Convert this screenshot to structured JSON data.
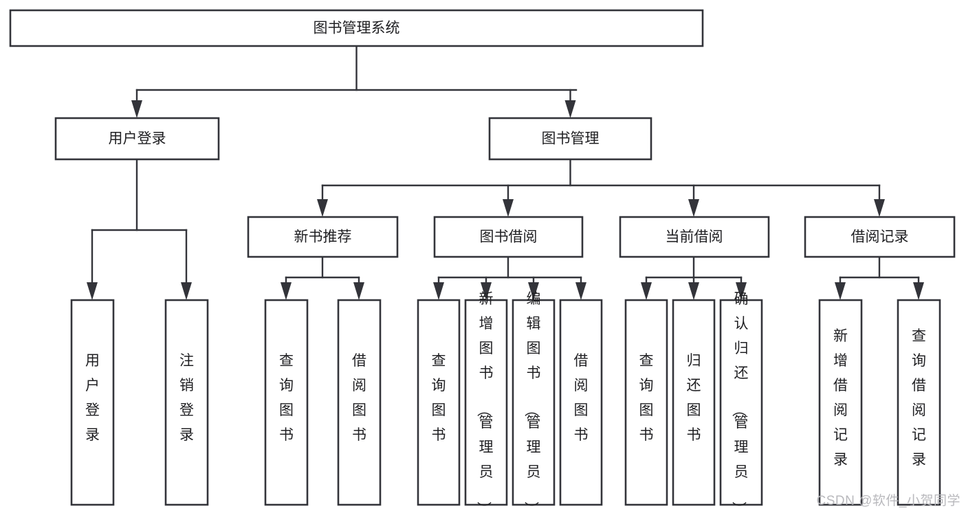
{
  "diagram": {
    "type": "tree",
    "title": "图书管理系统",
    "watermark": "CSDN @软件_小贺同学",
    "colors": {
      "box_stroke": "#33343a",
      "box_fill": "#ffffff",
      "connector": "#33343a",
      "text": "#1f1f22",
      "watermark": "#b9b9bd",
      "background": "#ffffff"
    },
    "levels": {
      "root": "图书管理系统",
      "level2": [
        "用户登录",
        "图书管理"
      ],
      "level3": [
        "新书推荐",
        "图书借阅",
        "当前借阅",
        "借阅记录"
      ]
    },
    "nodes": {
      "root": {
        "label": "图书管理系统",
        "orientation": "horizontal"
      },
      "user_login": {
        "label": "用户登录",
        "orientation": "horizontal"
      },
      "book_manage": {
        "label": "图书管理",
        "orientation": "horizontal"
      },
      "new_book_rec": {
        "label": "新书推荐",
        "orientation": "horizontal"
      },
      "book_borrow": {
        "label": "图书借阅",
        "orientation": "horizontal"
      },
      "current_borrow": {
        "label": "当前借阅",
        "orientation": "horizontal"
      },
      "borrow_record": {
        "label": "借阅记录",
        "orientation": "horizontal"
      },
      "leaf_user_login": {
        "label": "用户登录",
        "orientation": "vertical"
      },
      "leaf_logout": {
        "label": "注销登录",
        "orientation": "vertical"
      },
      "leaf_query_book_1": {
        "label": "查询图书",
        "orientation": "vertical"
      },
      "leaf_borrow_book_1": {
        "label": "借阅图书",
        "orientation": "vertical"
      },
      "leaf_query_book_2": {
        "label": "查询图书",
        "orientation": "vertical"
      },
      "leaf_add_book": {
        "label": "新增图书（管理员）",
        "orientation": "vertical"
      },
      "leaf_edit_book": {
        "label": "编辑图书（管理员）",
        "orientation": "vertical"
      },
      "leaf_borrow_book_2": {
        "label": "借阅图书",
        "orientation": "vertical"
      },
      "leaf_query_book_3": {
        "label": "查询图书",
        "orientation": "vertical"
      },
      "leaf_return_book": {
        "label": "归还图书",
        "orientation": "vertical"
      },
      "leaf_confirm_return": {
        "label": "确认归还（管理员）",
        "orientation": "vertical"
      },
      "leaf_add_record": {
        "label": "新增借阅记录",
        "orientation": "vertical"
      },
      "leaf_query_record": {
        "label": "查询借阅记录",
        "orientation": "vertical"
      }
    },
    "edges": [
      {
        "from": "root",
        "to": "用户登录"
      },
      {
        "from": "root",
        "to": "图书管理"
      },
      {
        "from": "用户登录",
        "to": "用户登录(叶)"
      },
      {
        "from": "用户登录",
        "to": "注销登录"
      },
      {
        "from": "图书管理",
        "to": "新书推荐"
      },
      {
        "from": "图书管理",
        "to": "图书借阅"
      },
      {
        "from": "图书管理",
        "to": "当前借阅"
      },
      {
        "from": "图书管理",
        "to": "借阅记录"
      },
      {
        "from": "新书推荐",
        "to": "查询图书"
      },
      {
        "from": "新书推荐",
        "to": "借阅图书"
      },
      {
        "from": "图书借阅",
        "to": "查询图书"
      },
      {
        "from": "图书借阅",
        "to": "新增图书（管理员）"
      },
      {
        "from": "图书借阅",
        "to": "编辑图书（管理员）"
      },
      {
        "from": "图书借阅",
        "to": "借阅图书"
      },
      {
        "from": "当前借阅",
        "to": "查询图书"
      },
      {
        "from": "当前借阅",
        "to": "归还图书"
      },
      {
        "from": "当前借阅",
        "to": "确认归还（管理员）"
      },
      {
        "from": "借阅记录",
        "to": "新增借阅记录"
      },
      {
        "from": "借阅记录",
        "to": "查询借阅记录"
      }
    ]
  }
}
